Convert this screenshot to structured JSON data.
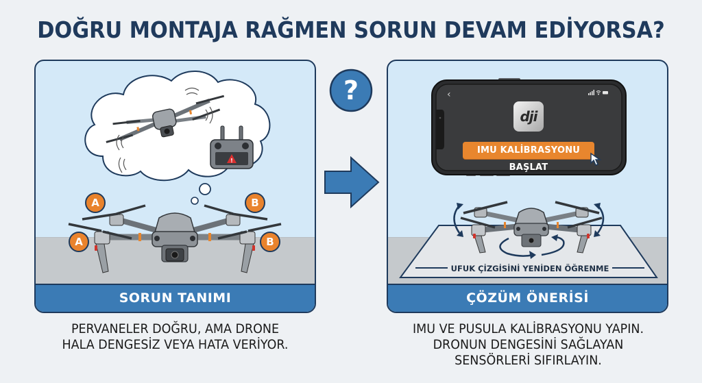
{
  "title": "DOĞRU MONTAJA RAĞMEN SORUN DEVAM EDİYORSA?",
  "colors": {
    "background": "#eef1f4",
    "title": "#1f3a5c",
    "panel_fill": "#d4e9f8",
    "panel_border": "#1e3a5c",
    "banner": "#3b7bb5",
    "accent_orange": "#e8862e",
    "ground": "#c5c9cc",
    "warning_red": "#d93030"
  },
  "problem_panel": {
    "banner_label": "SORUN TANIMI",
    "labels": {
      "front_left": "A",
      "rear_left": "A",
      "front_right": "B",
      "rear_right": "B"
    },
    "thought_bubble": {
      "content": [
        "wobbling-drone-icon",
        "remote-controller-warning-icon"
      ],
      "warning_symbol": "!"
    },
    "caption_lines": [
      "PERVANELER DOĞRU, AMA DRONE",
      "HALA DENGESİZ VEYA HATA VERİYOR."
    ]
  },
  "connector": {
    "question_mark": "?",
    "arrow": "right-arrow-icon"
  },
  "solution_panel": {
    "banner_label": "ÇÖZÜM ÖNERİSİ",
    "phone": {
      "back_icon": "‹",
      "status_icons": "signal wifi battery",
      "app_logo": "dji",
      "button_label": "IMU KALİBRASYONU BAŞLAT"
    },
    "platform_label": "UFUK ÇİZGİSİNİ YENİDEN ÖĞRENME",
    "caption_lines": [
      "IMU VE PUSULA KALİBRASYONU YAPIN.",
      "DRONUN DENGESİNİ SAĞLAYAN",
      "SENSÖRLERİ SIFIRLAYIN."
    ]
  }
}
